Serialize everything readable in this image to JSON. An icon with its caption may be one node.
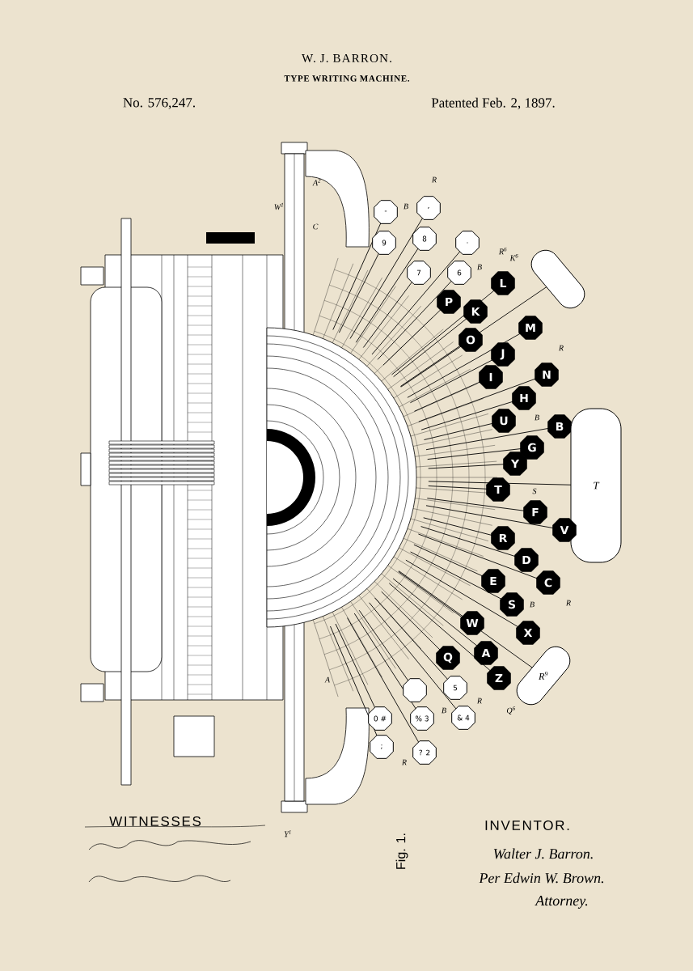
{
  "diagram": {
    "title": "W. J. BARRON.",
    "nodes": [
      {
        "text": [
          "-"
        ]
      },
      {
        "text": [
          ","
        ]
      },
      {
        "text": [
          "9"
        ]
      },
      {
        "text": [
          "8"
        ]
      },
      {
        "text": [
          "."
        ]
      },
      {
        "text": [
          "7"
        ]
      },
      {
        "text": [
          "6"
        ]
      },
      {
        "text": [],
        "shape": "bar"
      },
      {
        "text": [
          "L"
        ]
      },
      {
        "text": [
          "P"
        ]
      },
      {
        "text": [
          "K"
        ]
      },
      {
        "text": [
          "O"
        ]
      },
      {
        "text": [
          "M"
        ]
      },
      {
        "text": [
          "J"
        ]
      },
      {
        "text": [
          "I"
        ]
      },
      {
        "text": [
          "N"
        ]
      },
      {
        "text": [
          "H"
        ]
      },
      {
        "text": [
          "U"
        ]
      },
      {
        "text": [
          "B"
        ]
      },
      {
        "text": [
          "G"
        ]
      },
      {
        "text": [
          "Y"
        ]
      },
      {
        "text": [
          "T"
        ]
      },
      {
        "text": [
          "T"
        ]
      },
      {
        "text": [
          "F"
        ]
      },
      {
        "text": [
          "V"
        ]
      },
      {
        "text": [
          "R"
        ]
      },
      {
        "text": [
          "D"
        ]
      },
      {
        "text": [
          "C"
        ]
      },
      {
        "text": [
          "E"
        ]
      },
      {
        "text": [
          "S"
        ]
      },
      {
        "text": [
          "W"
        ]
      },
      {
        "text": [
          "X"
        ]
      },
      {
        "text": [
          "A"
        ]
      },
      {
        "text": [
          "Q"
        ]
      },
      {
        "text": [
          "Z"
        ]
      },
      {
        "text": [
          "R$^{9}$"
        ]
      },
      {
        "text": [
          "5"
        ]
      },
      {
        "text": [],
        "shape": "circle"
      },
      {
        "text": [
          "& 4"
        ]
      },
      {
        "text": [
          "% 3"
        ]
      },
      {
        "text": [
          "0 #"
        ]
      },
      {
        "text": [
          ";"
        ]
      },
      {
        "text": [
          "? 2"
        ]
      }
    ],
    "labels": [
      "TYPE WRITING MACHINE.",
      "No. 576,247.",
      "Patented Feb. 2, 1897.",
      "WITNESSES",
      "Fig. 1.",
      "INVENTOR.",
      "Walter J. Barron.",
      "Per Edwin W. Brown.",
      "Attorney.",
      "A$^{2}$",
      "C",
      "W$^{1}$",
      "B",
      "R",
      "R$^{6}$",
      "K$^{6}$",
      "B",
      "R",
      "B",
      "S",
      "B",
      "R",
      "R",
      "B",
      "Q$^{6}$",
      "R",
      "A",
      "Y$^{1}$"
    ]
  }
}
